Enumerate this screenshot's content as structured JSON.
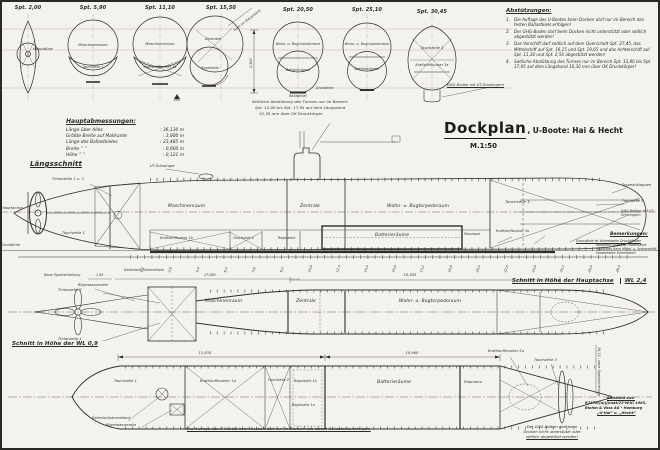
{
  "title": {
    "main": "Dockplan",
    "sub": ", U-Boote: Hai & Hecht",
    "scale": "M.1:50"
  },
  "top_sections": {
    "t1": "Spt. 2,00",
    "t2": "Spt. 5,90",
    "t3": "Spt. 11,10",
    "t4": "Spt. 15,50",
    "t5": "Spt. 20,50",
    "t6": "Spt. 25,10",
    "t7": "Spt. 30,45",
    "s1_label": "Hauptdüse",
    "s2_top": "Maschinenraum",
    "s2_bottom": "Tauchzelle 1",
    "s3_top": "Maschinenraum",
    "s3_bottom": "Kraftstoffbunker 1a",
    "s4_top": "Zentrale",
    "s4_bottom": "Regelzelle",
    "s4_note": "Turm an Steuerbord",
    "s4_dim": "2,300",
    "s5_top": "Wohn- u. Bugtorpedoraum",
    "s5_bottom": "Batterieräume",
    "s5_kiel": "Ballastkiel",
    "s6_top": "Wohn- u. Bugtorpedoraum",
    "s6_bottom": "Batterieräume",
    "s6_grund": "Grundlinie",
    "s7_top": "Tauchzelle 3",
    "s7_bottom": "Kraftstoffbunker 3a",
    "s7_note": "GHG-Boden mit UT-Schwingern",
    "ukk": "UKK"
  },
  "abstuetzungen": {
    "title": "Abstützungen:",
    "items": [
      {
        "n": "1.",
        "text": "Die Auflage des U-Bootes beim Docken darf nur im Bereich des festen Ballastkiels erfolgen!"
      },
      {
        "n": "2.",
        "text": "Der GHG-Boden darf beim Docken nicht unterstützt oder seitlich abgestützt werden!"
      },
      {
        "n": "3.",
        "text": "Das Vorschiff darf seitlich auf dem Querschott Spt. 27,45, das Mittelschiff auf Spt. 16,15 und Spt. 19,65 und das Achterschiff auf Spt. 11,30 und Spt. 2,50 abgestützt werden!"
      },
      {
        "n": "4.",
        "text": "Seitliche Abstützung des Turmes nur im Bereich Spt. 12,80 bis Spt. 17,95 auf dem Längsband 10,30 mm über OK Druckkörper!"
      }
    ]
  },
  "hauptabmessungen": {
    "title": "Hauptabmessungen:",
    "rows": [
      {
        "k": "Länge über Alles",
        "v": ": 36,130 m"
      },
      {
        "k": "Größte Breite auf Mallkante",
        "v": ": 3,800 m"
      },
      {
        "k": "Länge des Ballastkieles",
        "v": ": 23,485 m"
      },
      {
        "k": "Breite   ”   ”",
        "v": ": 0,600 m"
      },
      {
        "k": "Höhe   ”   ”",
        "v": ": 0,121 m"
      }
    ]
  },
  "laengsschnitt": {
    "title": "Längsschnitt",
    "ut_schwinger": "UT-Schwinger",
    "trimmzellen": "Trimmzelle 1 u. 2",
    "hauptachse": "Hauptachse",
    "grundlinie": "Grundlinie",
    "tauchzelle1": "Tauchzelle 1",
    "maschinenraum": "Maschinenraum",
    "kb1b": "Kraftstoffbunker 1b",
    "tauchzelle2": "Tauchzelle 2",
    "regelzelle": "Regelzelle",
    "zentrale": "Zentrale",
    "wohnraum": "Wohn- u. Bugtorpedoraum",
    "batterieraeume": "Batterieräume",
    "stauraum": "Stauraum",
    "tauchzelle3": "Tauchzelle 3",
    "kb3a": "Kraftstoffbunker 3a",
    "torpedoklappen": "Torpedoklappen",
    "tauchzelle3_r": "Tauchzelle 3",
    "ghg_balken": "GHG-Balken auf UT-Schwingern",
    "turm_note_1": "Seitliche Abstützung des Turmes nur im Bereich",
    "turm_note_2": "Spt. 12,80 bis Spt. 17,95 auf dem Längsband",
    "turm_note_3": "10,30 mm über OK Druckkörper"
  },
  "bemerkungen": {
    "title": "Bemerkungen:",
    "line1": "Grundlinie ist Unterkante Druckkörper",
    "line2": "Mallkante Spant ist Hinterkante Spantsteg beim Mittel- u. Achterschiff, Vorderkante Schottblech"
  },
  "wl24": {
    "title": "Schnitt in Höhe der Hauptachse",
    "wl": "WL 2,4",
    "trimmzelle2": "Trimmzelle 2",
    "trimmzelle1": "Trimmzelle 1",
    "maschinenraum": "Maschinenraum",
    "zentrale": "Zentrale",
    "wohnraum": "Wohn- u. Bugtorpedoraum",
    "dim": "10,305"
  },
  "wl09": {
    "title": "Schnitt in Höhe der WL 0,9",
    "tauchzelle1": "Tauchzelle 1",
    "kb1a": "Kraftstoffbunker 1a",
    "tauchzelle2": "Tauchzelle 2",
    "regelzelle1b": "Regelzelle 1b",
    "regelzelle1a": "Regelzelle 1a",
    "batterieraeume": "Batterieräume",
    "stauraum": "Stauraum",
    "kb2a": "Kraftstoffbunker 2a",
    "tauchzelle3": "Tauchzelle 3",
    "getriebeoel": "Getriebeölsammeltank",
    "bilgenwasser": "Bilgenwasserzelle",
    "dim_left": "11,635",
    "dim_right": "10,960",
    "auflage_note": "Die Auflage des U-Bootes beim Docken darf nur im Bereich des festen Ballastkiels erfolgen!",
    "ghg_note_1": "Der GHG-Balken darf beim",
    "ghg_note_2": "Docken nicht unterstützt oder",
    "ghg_note_3": "seitlich abgestützt werden!"
  },
  "scale_row": {
    "neue_spant": "Neue Spanteinteilung",
    "dim_185": "1,85",
    "getriebeoel_tank": "Getriebeöl-Sammeltank",
    "dim_17065": "17,065",
    "bilgenwasserzelle": "Bilgenwasserzelle",
    "vertical_right": "39,13 - neue Spanteinteilung",
    "ticks": [
      "1,2",
      "2,8",
      "4,4",
      "6,0",
      "7,6",
      "9,2",
      "10,8",
      "12,4",
      "14,0",
      "15,6",
      "17,2",
      "18,8",
      "20,4",
      "22,0",
      "23,6",
      "25,2",
      "26,8",
      "28,4"
    ]
  },
  "stamp": {
    "l1": "Entstand aus:",
    "l2": "R2578/(a)(j)mat/23-W-XI 1963,",
    "l3": "Blohm & Voss AG - Hamburg",
    "l4": "„U-Hai“ u. „Hecht“"
  },
  "colors": {
    "paper": "#f4f2ec",
    "ink": "#2b2923",
    "faint": "#a39d92"
  }
}
